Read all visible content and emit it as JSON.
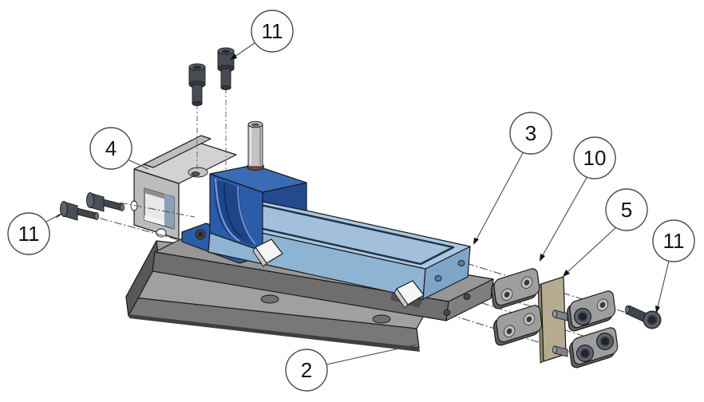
{
  "diagram": {
    "type": "exploded-assembly-technical-drawing",
    "background_color": "#ffffff",
    "outline_color": "#1a1a1a",
    "callouts": [
      {
        "label": "11",
        "target": "socket-head-cap-screw-top"
      },
      {
        "label": "4",
        "target": "clamp-bracket"
      },
      {
        "label": "11",
        "target": "socket-head-cap-screw-left"
      },
      {
        "label": "3",
        "target": "stone-bar"
      },
      {
        "label": "10",
        "target": "end-plate"
      },
      {
        "label": "5",
        "target": "shim-plate"
      },
      {
        "label": "11",
        "target": "socket-head-cap-screw-right"
      },
      {
        "label": "2",
        "target": "base-plate"
      }
    ],
    "parts": [
      {
        "name": "base-plate",
        "color": "#9C9C9C"
      },
      {
        "name": "guide-rail",
        "color": "#969696"
      },
      {
        "name": "clamp-block",
        "color": "#3A6CB6"
      },
      {
        "name": "clamp-bracket",
        "color": "#D2D2D2"
      },
      {
        "name": "stone-bar",
        "color": "#A9C7E2"
      },
      {
        "name": "shim-plate",
        "color": "#B5AB90"
      },
      {
        "name": "end-plate",
        "color": "#9E9E9E"
      },
      {
        "name": "socket-head-cap-screw",
        "color": "#4A5057"
      },
      {
        "name": "dowel-pin",
        "color": "#C2C2C2"
      },
      {
        "name": "wedge-clamp",
        "color": "#F5F5F5"
      }
    ]
  }
}
